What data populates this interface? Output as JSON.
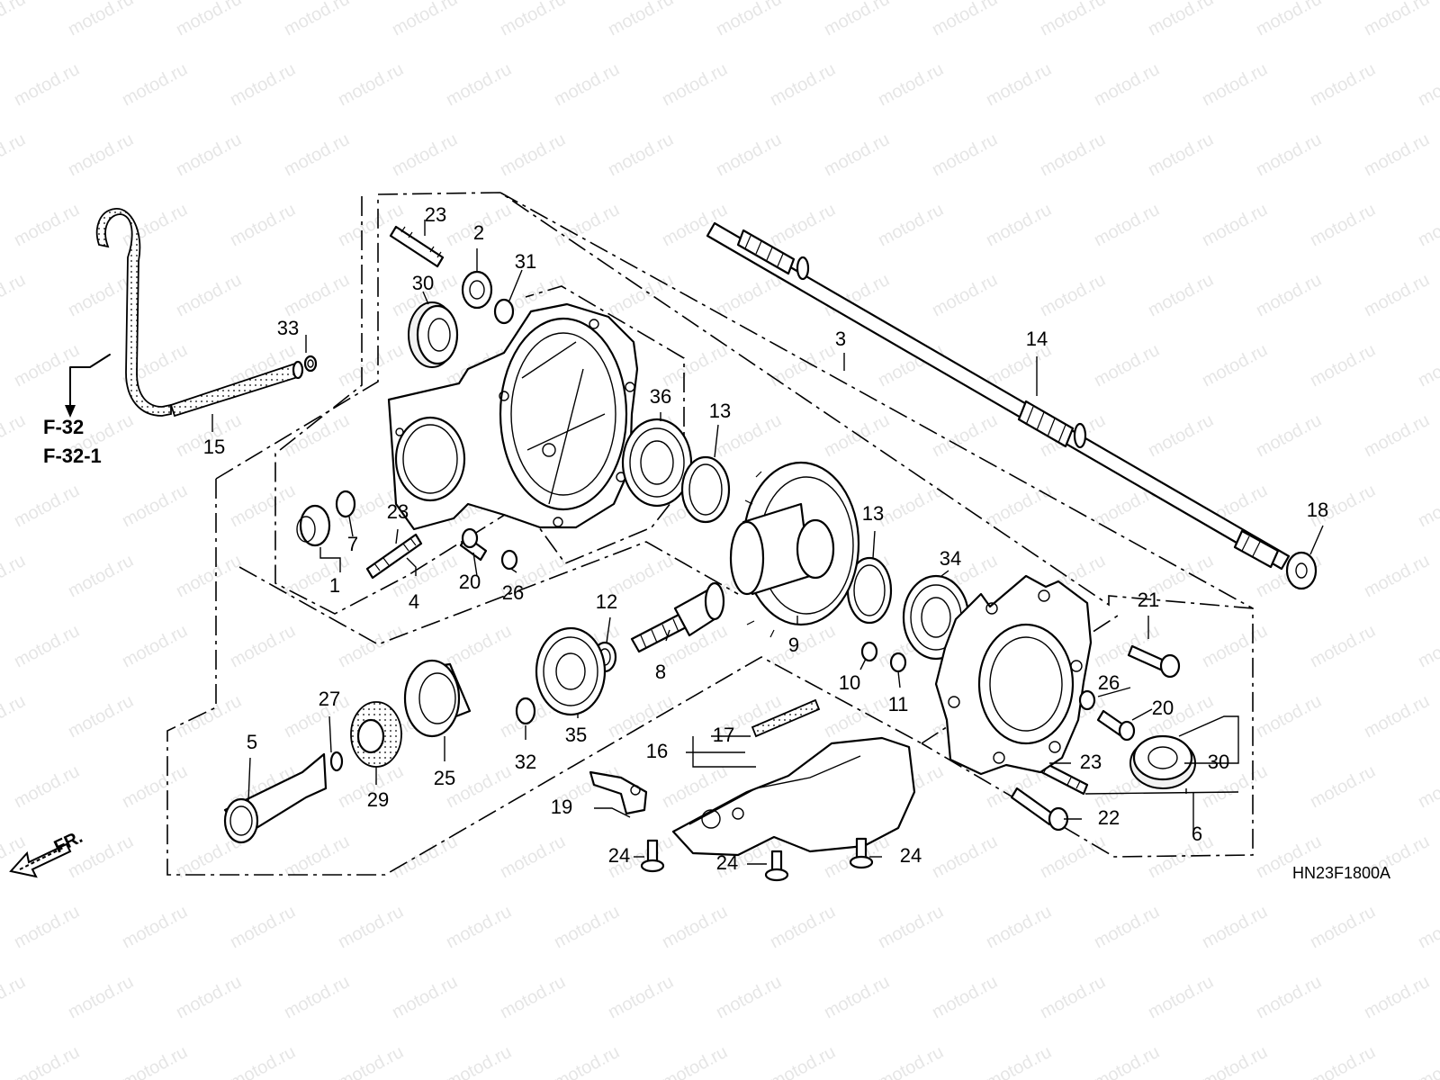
{
  "watermark": {
    "text": "motod.ru"
  },
  "figure_code": "HN23F1800A",
  "front_marker": {
    "label": "FR."
  },
  "references": [
    "F-32",
    "F-32-1"
  ],
  "callouts": {
    "c1": "1",
    "c2": "2",
    "c3": "3",
    "c4": "4",
    "c5": "5",
    "c6": "6",
    "c7": "7",
    "c8": "8",
    "c9": "9",
    "c10": "10",
    "c11": "11",
    "c12": "12",
    "c13a": "13",
    "c13b": "13",
    "c14": "14",
    "c15": "15",
    "c16": "16",
    "c17": "17",
    "c18": "18",
    "c19": "19",
    "c20a": "20",
    "c20b": "20",
    "c21": "21",
    "c22": "22",
    "c23a": "23",
    "c23b": "23",
    "c23c": "23",
    "c24a": "24",
    "c24b": "24",
    "c24c": "24",
    "c25": "25",
    "c26a": "26",
    "c26b": "26",
    "c27": "27",
    "c29": "29",
    "c30a": "30",
    "c30b": "30",
    "c31": "31",
    "c32": "32",
    "c33": "33",
    "c34": "34",
    "c35": "35",
    "c36": "36"
  }
}
